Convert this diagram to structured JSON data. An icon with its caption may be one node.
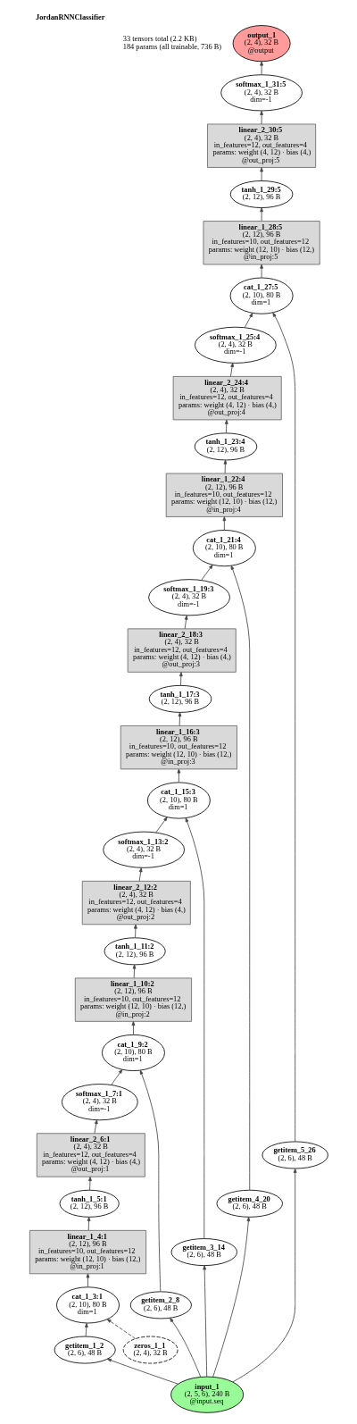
{
  "diagram": {
    "title": "JordanRNNClassifier",
    "labels": [
      "33 tensors total (2.2 KB)",
      "184 params (all trainable, 736 B)"
    ],
    "nodes": [
      {
        "text": [
          "output_1",
          "(2, 4), 32 B",
          "@output"
        ]
      },
      {
        "text": [
          "softmax_1_31:5",
          "(2, 4), 32 B",
          "dim=-1"
        ]
      },
      {
        "text": [
          "linear_2_30:5",
          "(2, 4), 32 B",
          "in_features=12, out_features=4",
          "params: weight (4, 12) · bias (4,)",
          "@out_proj:5"
        ]
      },
      {
        "text": [
          "tanh_1_29:5",
          "(2, 12), 96 B"
        ]
      },
      {
        "text": [
          "linear_1_28:5",
          "(2, 12), 96 B",
          "in_features=10, out_features=12",
          "params: weight (12, 10) · bias (12,)",
          "@in_proj:5"
        ]
      },
      {
        "text": [
          "cat_1_27:5",
          "(2, 10), 80 B",
          "dim=1"
        ]
      },
      {
        "text": [
          "softmax_1_25:4",
          "(2, 4), 32 B",
          "dim=-1"
        ]
      },
      {
        "text": [
          "linear_2_24:4",
          "(2, 4), 32 B",
          "in_features=12, out_features=4",
          "params: weight (4, 12) · bias (4,)",
          "@out_proj:4"
        ]
      },
      {
        "text": [
          "tanh_1_23:4",
          "(2, 12), 96 B"
        ]
      },
      {
        "text": [
          "linear_1_22:4",
          "(2, 12), 96 B",
          "in_features=10, out_features=12",
          "params: weight (12, 10) · bias (12,)",
          "@in_proj:4"
        ]
      },
      {
        "text": [
          "cat_1_21:4",
          "(2, 10), 80 B",
          "dim=1"
        ]
      },
      {
        "text": [
          "softmax_1_19:3",
          "(2, 4), 32 B",
          "dim=-1"
        ]
      },
      {
        "text": [
          "linear_2_18:3",
          "(2, 4), 32 B",
          "in_features=12, out_features=4",
          "params: weight (4, 12) · bias (4,)",
          "@out_proj:3"
        ]
      },
      {
        "text": [
          "tanh_1_17:3",
          "(2, 12), 96 B"
        ]
      },
      {
        "text": [
          "linear_1_16:3",
          "(2, 12), 96 B",
          "in_features=10, out_features=12",
          "params: weight (12, 10) · bias (12,)",
          "@in_proj:3"
        ]
      },
      {
        "text": [
          "cat_1_15:3",
          "(2, 10), 80 B",
          "dim=1"
        ]
      },
      {
        "text": [
          "softmax_1_13:2",
          "(2, 4), 32 B",
          "dim=-1"
        ]
      },
      {
        "text": [
          "linear_2_12:2",
          "(2, 4), 32 B",
          "in_features=12, out_features=4",
          "params: weight (4, 12) · bias (4,)",
          "@out_proj:2"
        ]
      },
      {
        "text": [
          "tanh_1_11:2",
          "(2, 12), 96 B"
        ]
      },
      {
        "text": [
          "linear_1_10:2",
          "(2, 12), 96 B",
          "in_features=10, out_features=12",
          "params: weight (12, 10) · bias (12,)",
          "@in_proj:2"
        ]
      },
      {
        "text": [
          "cat_1_9:2",
          "(2, 10), 80 B",
          "dim=1"
        ]
      },
      {
        "text": [
          "softmax_1_7:1",
          "(2, 4), 32 B",
          "dim=-1"
        ]
      },
      {
        "text": [
          "linear_2_6:1",
          "(2, 4), 32 B",
          "in_features=12, out_features=4",
          "params: weight (4, 12) · bias (4,)",
          "@out_proj:1"
        ]
      },
      {
        "text": [
          "tanh_1_5:1",
          "(2, 12), 96 B"
        ]
      },
      {
        "text": [
          "linear_1_4:1",
          "(2, 12), 96 B",
          "in_features=10, out_features=12",
          "params: weight (12, 10) · bias (12,)",
          "@in_proj:1"
        ]
      },
      {
        "text": [
          "cat_1_3:1",
          "(2, 10), 80 B",
          "dim=1"
        ]
      },
      {
        "text": [
          "getitem_1_2",
          "(2, 6), 48 B"
        ]
      },
      {
        "text": [
          "zeros_1_1",
          "(2, 4), 32 B"
        ]
      },
      {
        "text": [
          "getitem_2_8",
          "(2, 6), 48 B"
        ]
      },
      {
        "text": [
          "getitem_3_14",
          "(2, 6), 48 B"
        ]
      },
      {
        "text": [
          "getitem_4_20",
          "(2, 6), 48 B"
        ]
      },
      {
        "text": [
          "getitem_5_26",
          "(2, 6), 48 B"
        ]
      },
      {
        "text": [
          "input_1",
          "(2, 5, 6), 240 B",
          "@input.seq"
        ]
      }
    ],
    "edges": [
      {
        "from": 32,
        "to": 26,
        "arrow": "to"
      },
      {
        "from": 32,
        "to": 28,
        "arrow": "to"
      },
      {
        "from": 32,
        "to": 29,
        "arrow": "to"
      },
      {
        "from": 32,
        "to": 30,
        "arrow": "to"
      },
      {
        "from": 32,
        "to": 31,
        "arrow": "to"
      },
      {
        "from": 26,
        "to": 25,
        "arrow": "to"
      },
      {
        "from": 27,
        "to": 25,
        "arrow": "to",
        "style": "dashed"
      },
      {
        "from": 25,
        "to": 24,
        "arrow": "to"
      },
      {
        "from": 24,
        "to": 23,
        "arrow": "to"
      },
      {
        "from": 23,
        "to": 22,
        "arrow": "to"
      },
      {
        "from": 22,
        "to": 21,
        "arrow": "to"
      },
      {
        "from": 21,
        "to": 20,
        "arrow": "to"
      },
      {
        "from": 28,
        "to": 20,
        "arrow": "to"
      },
      {
        "from": 20,
        "to": 19,
        "arrow": "to"
      },
      {
        "from": 19,
        "to": 18,
        "arrow": "to"
      },
      {
        "from": 18,
        "to": 17,
        "arrow": "to"
      },
      {
        "from": 17,
        "to": 16,
        "arrow": "to"
      },
      {
        "from": 16,
        "to": 15,
        "arrow": "to"
      },
      {
        "from": 29,
        "to": 15,
        "arrow": "to"
      },
      {
        "from": 15,
        "to": 14,
        "arrow": "to"
      },
      {
        "from": 14,
        "to": 13,
        "arrow": "to"
      },
      {
        "from": 13,
        "to": 12,
        "arrow": "to"
      },
      {
        "from": 12,
        "to": 11,
        "arrow": "to"
      },
      {
        "from": 11,
        "to": 10,
        "arrow": "to"
      },
      {
        "from": 30,
        "to": 10,
        "arrow": "to"
      },
      {
        "from": 10,
        "to": 9,
        "arrow": "to"
      },
      {
        "from": 9,
        "to": 8,
        "arrow": "to"
      },
      {
        "from": 8,
        "to": 7,
        "arrow": "to"
      },
      {
        "from": 7,
        "to": 6,
        "arrow": "to"
      },
      {
        "from": 6,
        "to": 5,
        "arrow": "to"
      },
      {
        "from": 31,
        "to": 5,
        "arrow": "to"
      },
      {
        "from": 5,
        "to": 4,
        "arrow": "to"
      },
      {
        "from": 4,
        "to": 3,
        "arrow": "to"
      },
      {
        "from": 3,
        "to": 2,
        "arrow": "to"
      },
      {
        "from": 2,
        "to": 1,
        "arrow": "to"
      },
      {
        "from": 1,
        "to": 0,
        "arrow": "to"
      }
    ]
  }
}
